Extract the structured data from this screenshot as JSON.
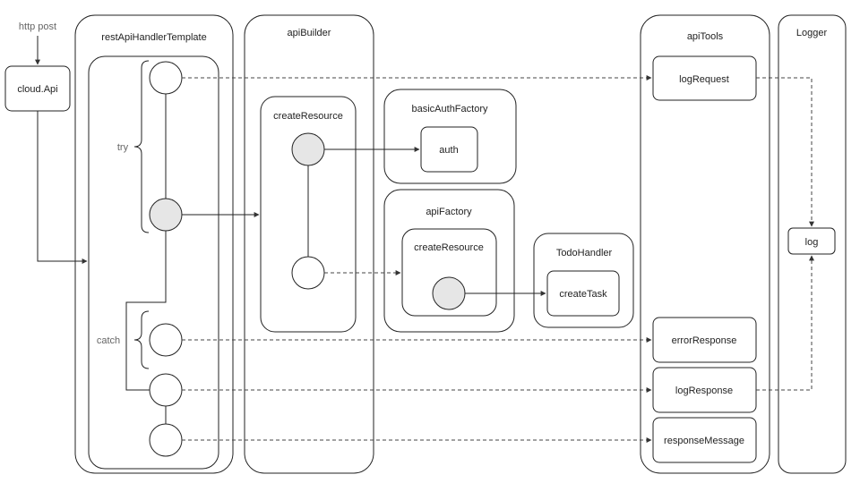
{
  "inputs": {
    "http_post": "http post"
  },
  "containers": {
    "rest_api_handler_template": "restApiHandlerTemplate",
    "api_builder": "apiBuilder",
    "api_tools": "apiTools",
    "logger": "Logger",
    "basic_auth_factory": "basicAuthFactory",
    "api_factory": "apiFactory",
    "todo_handler": "TodoHandler",
    "create_resource_builder": "createResource",
    "create_resource_factory": "createResource"
  },
  "boxes": {
    "cloud_api": "cloud.Api",
    "auth": "auth",
    "create_task": "createTask",
    "log_request": "logRequest",
    "error_response": "errorResponse",
    "log_response": "logResponse",
    "response_message": "responseMessage",
    "log": "log"
  },
  "braces": {
    "try": "try",
    "catch": "catch"
  }
}
